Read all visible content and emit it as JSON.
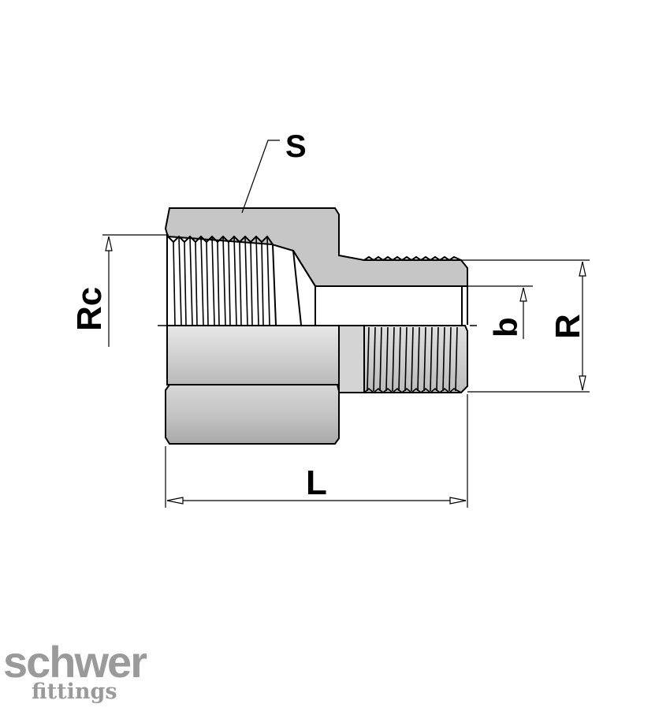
{
  "drawing": {
    "labels": {
      "s": "S",
      "rc": "Rc",
      "b": "b",
      "r": "R",
      "l": "L"
    }
  },
  "brand": {
    "name": "schwer",
    "sub": "fittings",
    "color": "#9a9a9a"
  },
  "colors": {
    "body": "#c9c9c9",
    "shade_light": "#e6e6e6",
    "shade_dark": "#b4b4b4",
    "line": "#000000"
  }
}
